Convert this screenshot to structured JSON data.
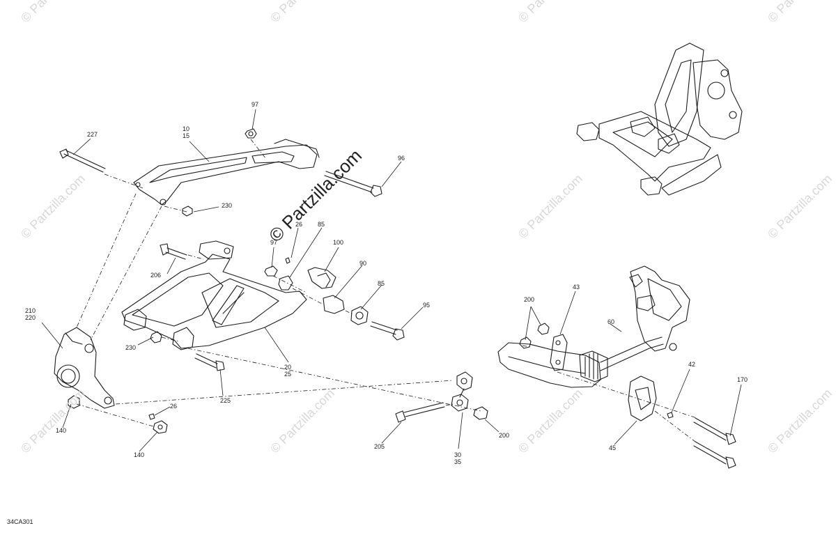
{
  "watermark": {
    "text": "© Partzilla.com",
    "center_text": "© Partzilla.com"
  },
  "diagram_code": "34CA301",
  "callouts": [
    {
      "id": "227",
      "text": "227"
    },
    {
      "id": "10-15",
      "text": "10\n15"
    },
    {
      "id": "97a",
      "text": "97"
    },
    {
      "id": "96",
      "text": "96"
    },
    {
      "id": "230a",
      "text": "230"
    },
    {
      "id": "26a",
      "text": "26"
    },
    {
      "id": "85a",
      "text": "85"
    },
    {
      "id": "97b",
      "text": "97"
    },
    {
      "id": "100",
      "text": "100"
    },
    {
      "id": "90",
      "text": "90"
    },
    {
      "id": "85b",
      "text": "85"
    },
    {
      "id": "95",
      "text": "95"
    },
    {
      "id": "206",
      "text": "206"
    },
    {
      "id": "210-220",
      "text": "210\n220"
    },
    {
      "id": "230b",
      "text": "230"
    },
    {
      "id": "20-25",
      "text": "20\n25"
    },
    {
      "id": "225",
      "text": "225"
    },
    {
      "id": "26b",
      "text": "26"
    },
    {
      "id": "140a",
      "text": "140"
    },
    {
      "id": "140b",
      "text": "140"
    },
    {
      "id": "43",
      "text": "43"
    },
    {
      "id": "200a",
      "text": "200"
    },
    {
      "id": "60",
      "text": "60"
    },
    {
      "id": "42",
      "text": "42"
    },
    {
      "id": "170",
      "text": "170"
    },
    {
      "id": "45",
      "text": "45"
    },
    {
      "id": "205",
      "text": "205"
    },
    {
      "id": "30-35",
      "text": "30\n35"
    },
    {
      "id": "200b",
      "text": "200"
    }
  ]
}
